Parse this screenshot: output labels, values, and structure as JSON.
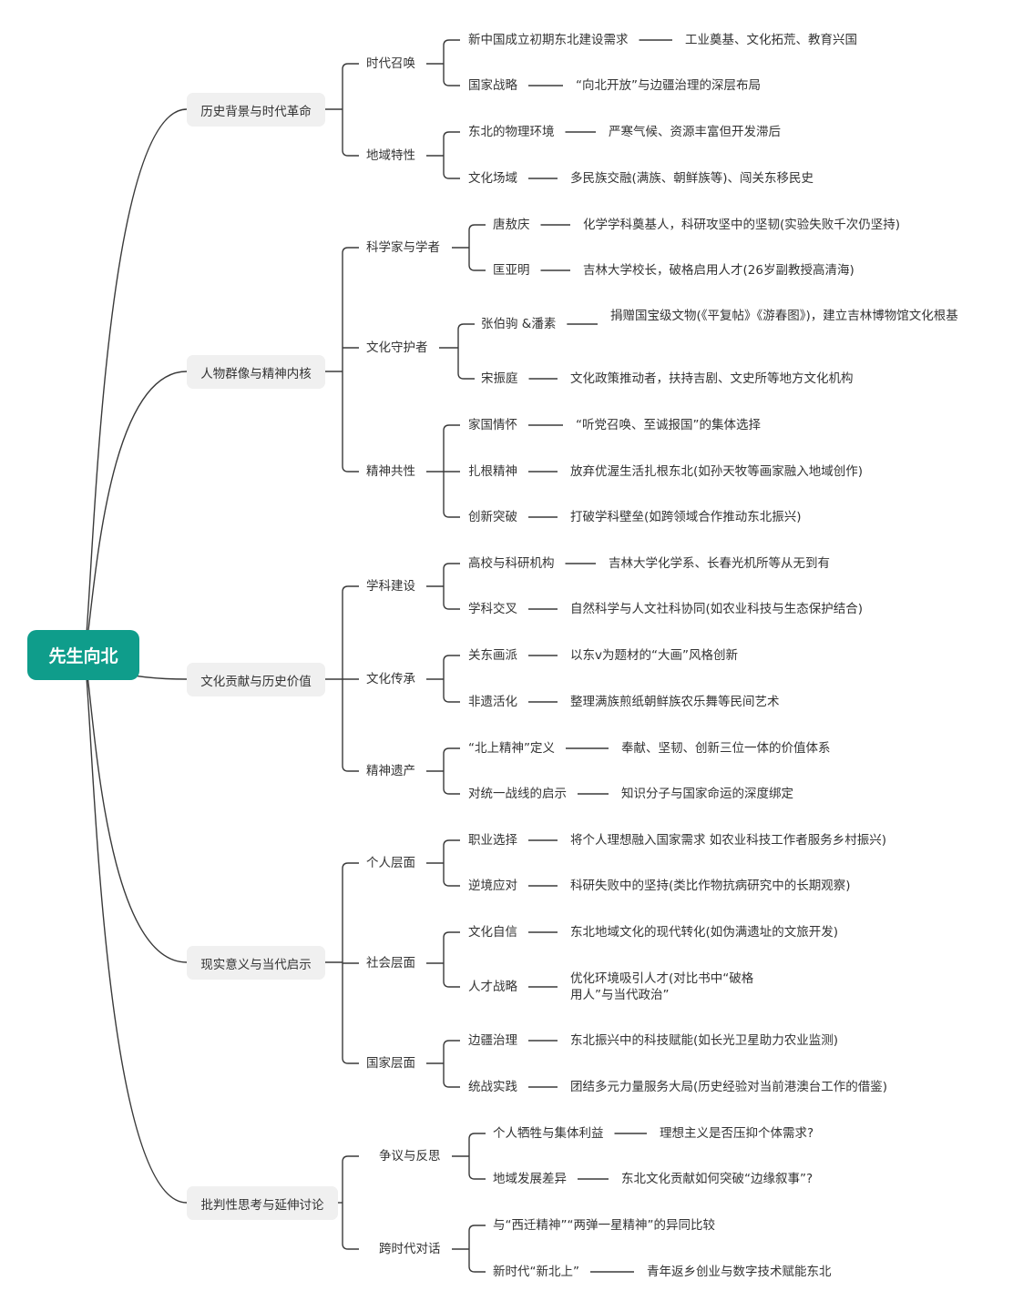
{
  "root": "先生向北",
  "branches": [
    {
      "label": "历史背景与时代革命",
      "subs": [
        {
          "label": "时代召唤",
          "items": [
            {
              "label": "新中国成立初期东北建设需求",
              "desc": "工业奠基、文化拓荒、教育兴国"
            },
            {
              "label": "国家战略",
              "desc": "“向北开放”与边疆治理的深层布局"
            }
          ]
        },
        {
          "label": "地域特性",
          "items": [
            {
              "label": "东北的物理环境",
              "desc": "严寒气候、资源丰富但开发滞后"
            },
            {
              "label": "文化场域",
              "desc": "多民族交融(满族、朝鲜族等)、闯关东移民史"
            }
          ]
        }
      ]
    },
    {
      "label": "人物群像与精神内核",
      "subs": [
        {
          "label": "科学家与学者",
          "items": [
            {
              "label": "唐敖庆",
              "desc": "化学学科奠基人，科研攻坚中的坚韧(实验失败千次仍坚持)"
            },
            {
              "label": "匡亚明",
              "desc": "吉林大学校长，破格启用人才(26岁副教授高清海)"
            }
          ]
        },
        {
          "label": "文化守护者",
          "items": [
            {
              "label": "张伯驹 &潘素",
              "desc": "捐赠国宝级文物(《平复帖》《游春图》)，建立吉林博物馆文化根基"
            },
            {
              "label": "宋振庭",
              "desc": "文化政策推动者，扶持吉剧、文史所等地方文化机构"
            }
          ]
        },
        {
          "label": "精神共性",
          "items": [
            {
              "label": "家国情怀",
              "desc": "“听党召唤、至诚报国”的集体选择"
            },
            {
              "label": "扎根精神",
              "desc": "放弃优渥生活扎根东北(如孙天牧等画家融入地域创作)"
            },
            {
              "label": "创新突破",
              "desc": "打破学科壁垒(如跨领域合作推动东北振兴)"
            }
          ]
        }
      ]
    },
    {
      "label": "文化贡献与历史价值",
      "subs": [
        {
          "label": "学科建设",
          "items": [
            {
              "label": "高校与科研机构",
              "desc": "吉林大学化学系、长春光机所等从无到有"
            },
            {
              "label": "学科交叉",
              "desc": "自然科学与人文社科协同(如农业科技与生态保护结合)"
            }
          ]
        },
        {
          "label": "文化传承",
          "items": [
            {
              "label": "关东画派",
              "desc": "以东v为题材的“大画”风格创新"
            },
            {
              "label": "非遗活化",
              "desc": "整理满族煎纸朝鲜族农乐舞等民间艺术"
            }
          ]
        },
        {
          "label": "精神遗产",
          "items": [
            {
              "label": "“北上精神”定义",
              "desc": "奉献、坚韧、创新三位一体的价值体系"
            },
            {
              "label": "对统一战线的启示",
              "desc": "知识分子与国家命运的深度绑定"
            }
          ]
        }
      ]
    },
    {
      "label": "现实意义与当代启示",
      "subs": [
        {
          "label": "个人层面",
          "items": [
            {
              "label": "职业选择",
              "desc": "将个人理想融入国家需求 如农业科技工作者服务乡村振兴)"
            },
            {
              "label": "逆境应对",
              "desc": "科研失败中的坚持(类比作物抗病研究中的长期观察)"
            }
          ]
        },
        {
          "label": "社会层面",
          "items": [
            {
              "label": "文化自信",
              "desc": "东北地域文化的现代转化(如伪满遗址的文旅开发)"
            },
            {
              "label": "人才战略",
              "desc": "优化环境吸引人才(对比书中“破格用人”与当代政治”"
            }
          ]
        },
        {
          "label": "国家层面",
          "items": [
            {
              "label": "边疆治理",
              "desc": "东北振兴中的科技赋能(如长光卫星助力农业监测)"
            },
            {
              "label": "统战实践",
              "desc": "团结多元力量服务大局(历史经验对当前港澳台工作的借鉴)"
            }
          ]
        }
      ]
    },
    {
      "label": "批判性思考与延伸讨论",
      "subs": [
        {
          "label": "争议与反思",
          "items": [
            {
              "label": "个人牺牲与集体利益",
              "desc": "理想主义是否压抑个体需求?"
            },
            {
              "label": "地域发展差异",
              "desc": "东北文化贡献如何突破“边缘叙事”?"
            }
          ]
        },
        {
          "label": "跨时代对话",
          "items": [
            {
              "label": "与“西迁精神”“两弹一星精神”的异同比较",
              "desc": ""
            },
            {
              "label": "新时代“新北上”",
              "desc": "青年返乡创业与数字技术赋能东北"
            }
          ]
        }
      ]
    }
  ]
}
